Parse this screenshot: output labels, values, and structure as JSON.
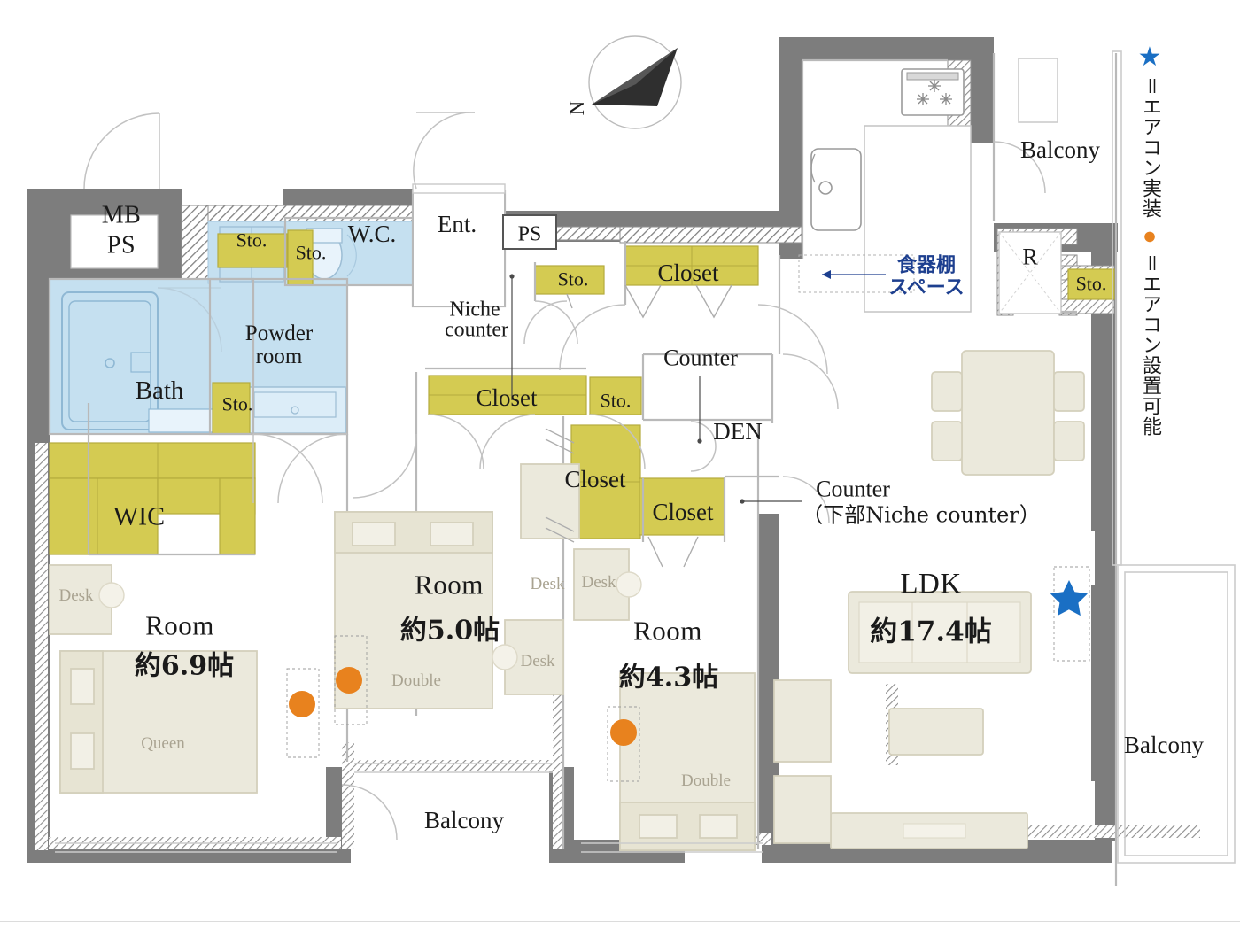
{
  "plan": {
    "title": "residential-floor-plan",
    "compass": {
      "label": "N",
      "direction": "northeast"
    },
    "colors": {
      "wall": "#7d7d7d",
      "closet_yellow": "#d4cb52",
      "water_blue": "#c5e0f0",
      "furniture": "#ebe9dc",
      "aircon_star": "#1a6fc4",
      "aircon_dot": "#e8821e",
      "annotation_blue": "#1d3f8f"
    },
    "legend": [
      {
        "icon": "star-icon",
        "symbol": "★",
        "equals": "＝",
        "text": "エアコン実装",
        "color": "#1a6fc4"
      },
      {
        "icon": "circle-icon",
        "symbol": "●",
        "equals": "＝",
        "text": "エアコン設置可能",
        "color": "#e8821e"
      }
    ],
    "rooms": [
      {
        "key": "mb_ps",
        "name": "MB",
        "name2": "PS"
      },
      {
        "key": "wc",
        "name": "W.C."
      },
      {
        "key": "ent",
        "name": "Ent."
      },
      {
        "key": "ps",
        "name": "PS"
      },
      {
        "key": "bath",
        "name": "Bath"
      },
      {
        "key": "powder",
        "name": "Powder",
        "name2": "room"
      },
      {
        "key": "wic",
        "name": "WIC"
      },
      {
        "key": "den",
        "name": "DEN"
      },
      {
        "key": "refrigerator",
        "name": "R"
      },
      {
        "key": "room_69",
        "name": "Room",
        "area": "約6.9帖"
      },
      {
        "key": "room_50",
        "name": "Room",
        "area": "約5.0帖"
      },
      {
        "key": "room_43",
        "name": "Room",
        "area": "約4.3帖"
      },
      {
        "key": "ldk",
        "name": "LDK",
        "area": "約17.4帖"
      }
    ],
    "storage": [
      {
        "key": "sto_wc_left",
        "label": "Sto."
      },
      {
        "key": "sto_wc_right",
        "label": "Sto."
      },
      {
        "key": "sto_powder",
        "label": "Sto."
      },
      {
        "key": "sto_ent",
        "label": "Sto."
      },
      {
        "key": "sto_hall",
        "label": "Sto."
      },
      {
        "key": "sto_kitchen",
        "label": "Sto."
      },
      {
        "key": "closet_top",
        "label": "Closet"
      },
      {
        "key": "closet_hall",
        "label": "Closet"
      },
      {
        "key": "closet_mid",
        "label": "Closet"
      },
      {
        "key": "closet_small",
        "label": "Closet"
      }
    ],
    "balconies": [
      {
        "key": "balcony_kitchen",
        "label": "Balcony"
      },
      {
        "key": "balcony_south",
        "label": "Balcony"
      },
      {
        "key": "balcony_east",
        "label": "Balcony"
      }
    ],
    "annotations": [
      {
        "key": "niche_counter",
        "line1": "Niche",
        "line2": "counter",
        "color": "dark"
      },
      {
        "key": "counter_den",
        "line1": "Counter",
        "line2": "",
        "color": "dark"
      },
      {
        "key": "counter_niche",
        "line1": "Counter",
        "line2": "（下部Niche counter）",
        "color": "dark"
      },
      {
        "key": "cupboard_space",
        "line1": "食器棚",
        "line2": "スペース",
        "color": "blue"
      }
    ],
    "furniture": [
      {
        "key": "bed_queen",
        "label": "Queen"
      },
      {
        "key": "bed_double_1",
        "label": "Double"
      },
      {
        "key": "bed_double_2",
        "label": "Double"
      },
      {
        "key": "desk_1",
        "label": "Desk"
      },
      {
        "key": "desk_2",
        "label": "Desk"
      },
      {
        "key": "desk_3",
        "label": "Desk"
      },
      {
        "key": "desk_4",
        "label": "Desk"
      }
    ],
    "markers": {
      "star_count": 1,
      "dot_count": 3
    }
  }
}
